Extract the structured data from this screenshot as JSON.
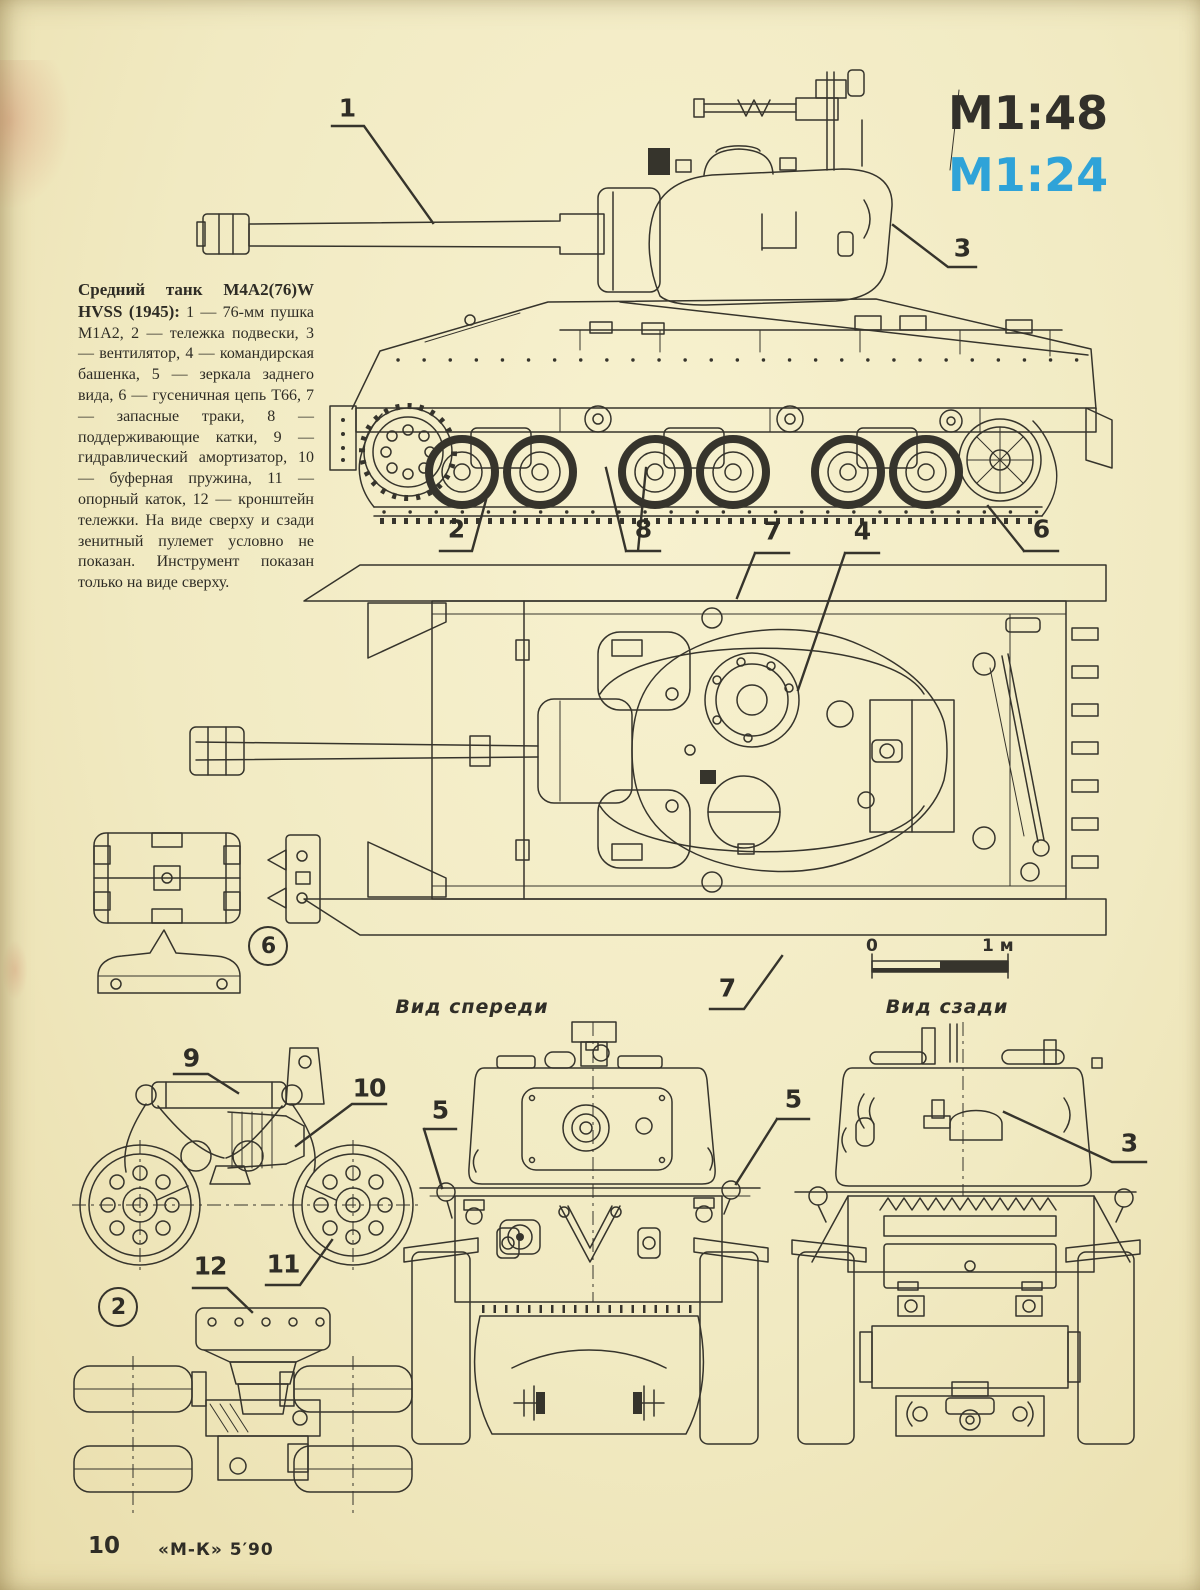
{
  "scales": {
    "primary": "М1:48",
    "secondary": "М1:24",
    "secondary_color": "#2fa3d8"
  },
  "description": {
    "title": "Средний танк М4А2(76)W HVSS (1945):",
    "body": "1 — 76-мм пушка М1А2, 2 — тележка подвески, 3 — вентилятор, 4 — командирская башенка, 5 — зеркала заднего вида, 6 — гусеничная цепь Т66, 7 — запасные траки, 8 — поддерживающие катки, 9 — гидравлический амортизатор, 10 — буферная пружина, 11 — опорный каток, 12 — кронштейн тележки. На виде сверху и сзади зенитный пулемет условно не показан. Инструмент показан только на виде сверху."
  },
  "callouts": {
    "n1": "1",
    "n2": "2",
    "n3": "3",
    "n4": "4",
    "n5": "5",
    "n6": "6",
    "n7": "7",
    "n8": "8",
    "n9": "9",
    "n10": "10",
    "n11": "11",
    "n12": "12"
  },
  "view_labels": {
    "front": "Вид спереди",
    "rear": "Вид сзади"
  },
  "scale_bar": {
    "zero": "0",
    "one": "1 м"
  },
  "footer": {
    "page_number": "10",
    "issue": "«М-К» 5′90"
  },
  "colors": {
    "paper": "#f1eac2",
    "ink": "#36342c",
    "accent_cyan": "#2fa3d8"
  }
}
